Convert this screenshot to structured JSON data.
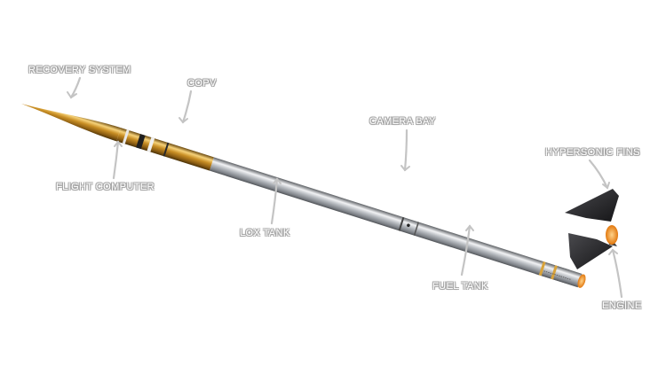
{
  "labels": {
    "recovery_system": "RECOVERY SYSTEM",
    "copv": "COPV",
    "camera_bay": "CAMERA BAY",
    "hypersonic_fins": "HYPERSONIC FINS",
    "flight_computer": "FLIGHT COMPUTER",
    "lox_tank": "LOX TANK",
    "fuel_tank": "FUEL TANK",
    "engine": "ENGINE"
  },
  "colors": {
    "gold": "#d9a33a",
    "silver": "#c9ccd0",
    "fin": "#2a2a2c",
    "engine_glow": "#f08a1c",
    "callout": "#c8c8c8"
  }
}
